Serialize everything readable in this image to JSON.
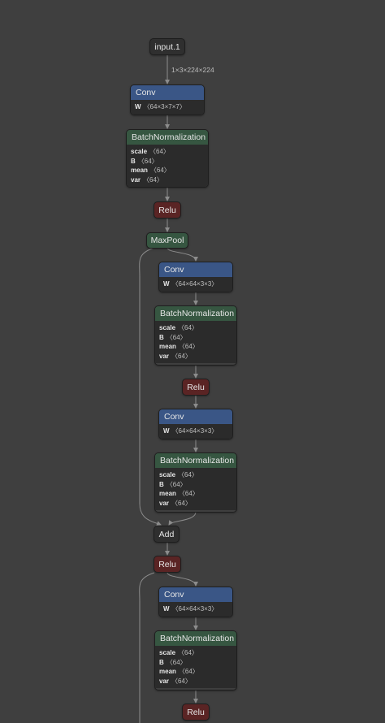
{
  "input": {
    "label": "input.1",
    "shape": "1×3×224×224"
  },
  "conv1": {
    "label": "Conv",
    "attrs": [
      {
        "k": "W",
        "v": "〈64×3×7×7〉"
      }
    ]
  },
  "bn1": {
    "label": "BatchNormalization",
    "attrs": [
      {
        "k": "scale",
        "v": "〈64〉"
      },
      {
        "k": "B",
        "v": "〈64〉"
      },
      {
        "k": "mean",
        "v": "〈64〉"
      },
      {
        "k": "var",
        "v": "〈64〉"
      }
    ]
  },
  "relu1": {
    "label": "Relu"
  },
  "maxpool": {
    "label": "MaxPool"
  },
  "conv2": {
    "label": "Conv",
    "attrs": [
      {
        "k": "W",
        "v": "〈64×64×3×3〉"
      }
    ]
  },
  "bn2": {
    "label": "BatchNormalization",
    "attrs": [
      {
        "k": "scale",
        "v": "〈64〉"
      },
      {
        "k": "B",
        "v": "〈64〉"
      },
      {
        "k": "mean",
        "v": "〈64〉"
      },
      {
        "k": "var",
        "v": "〈64〉"
      }
    ]
  },
  "relu2": {
    "label": "Relu"
  },
  "conv3": {
    "label": "Conv",
    "attrs": [
      {
        "k": "W",
        "v": "〈64×64×3×3〉"
      }
    ]
  },
  "bn3": {
    "label": "BatchNormalization",
    "attrs": [
      {
        "k": "scale",
        "v": "〈64〉"
      },
      {
        "k": "B",
        "v": "〈64〉"
      },
      {
        "k": "mean",
        "v": "〈64〉"
      },
      {
        "k": "var",
        "v": "〈64〉"
      }
    ]
  },
  "add": {
    "label": "Add"
  },
  "relu3": {
    "label": "Relu"
  },
  "conv4": {
    "label": "Conv",
    "attrs": [
      {
        "k": "W",
        "v": "〈64×64×3×3〉"
      }
    ]
  },
  "bn4": {
    "label": "BatchNormalization",
    "attrs": [
      {
        "k": "scale",
        "v": "〈64〉"
      },
      {
        "k": "B",
        "v": "〈64〉"
      },
      {
        "k": "mean",
        "v": "〈64〉"
      },
      {
        "k": "var",
        "v": "〈64〉"
      }
    ]
  },
  "relu4": {
    "label": "Relu"
  },
  "colors": {
    "background": "#3f3f3f",
    "conv": "#3a5686",
    "normalization": "#365641",
    "activation": "#5a2424",
    "edge": "#8c8c8c"
  }
}
